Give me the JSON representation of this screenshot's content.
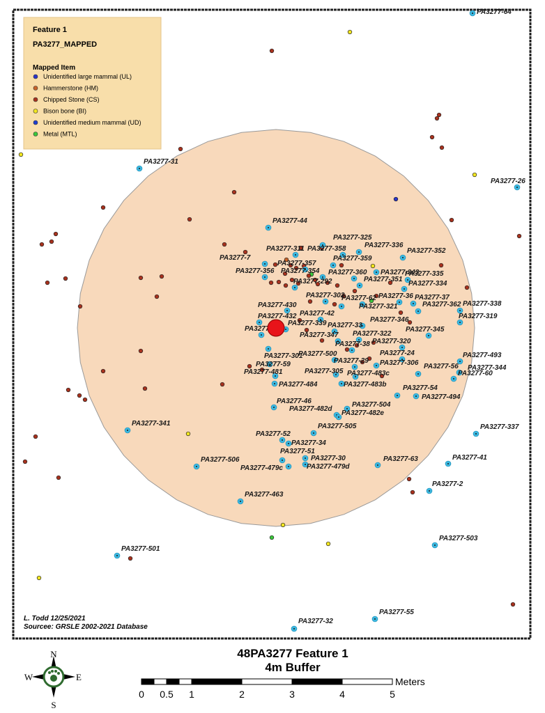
{
  "map_data": {
    "map_title_line1": "48PA3277 Feature 1",
    "map_title_line2": "4m Buffer",
    "legend": {
      "heading1": "Feature 1",
      "heading2": "PA3277_MAPPED",
      "section": "Mapped Item",
      "items": [
        {
          "label": "Unidentified large mammal (UL)",
          "color": "#2b35c8"
        },
        {
          "label": "Hammerstone (HM)",
          "color": "#c8642a"
        },
        {
          "label": "Chipped Stone (CS)",
          "color": "#a8321e"
        },
        {
          "label": "Bison bone (BI)",
          "color": "#f2e620"
        },
        {
          "label": "Unidentified medium mammal (UD)",
          "color": "#1f3fd0"
        },
        {
          "label": "Metal (MTL)",
          "color": "#3cc83c"
        }
      ]
    },
    "credit_line1": "L. Todd 12/25/2021",
    "credit_line2": "Sourcee: GRSLE 2002-2021 Database",
    "scale": {
      "unit": "Meters",
      "ticks": [
        "0",
        "0.5",
        "1",
        "2",
        "3",
        "4",
        "5"
      ]
    },
    "compass": {
      "n": "N",
      "s": "S",
      "e": "E",
      "w": "W"
    },
    "colors": {
      "buffer_fill": "#f8d9bb",
      "buffer_stroke": "#999999",
      "point_fill": "#3cb8e0",
      "point_center": "#1a1a1a",
      "feature_marker": "#e8141a",
      "legend_bg": "#f8deaa",
      "frame": "#222222"
    },
    "labels": [
      "PA3277-64",
      "PA3277-31",
      "PA3277-26",
      "PA3277-44",
      "PA3277-325",
      "PA3277-336",
      "PA3277-352",
      "PA3277-7",
      "PA3277-311",
      "PA3277-358",
      "PA3277-359",
      "PA3277-357",
      "PA3277-343",
      "PA3277-356",
      "PA3277-354",
      "PA3277-360",
      "PA3277-335",
      "PA3277-292",
      "PA3277-351",
      "PA3277-334",
      "PA3277-302",
      "PA3277-62",
      "PA3277-36",
      "PA3277-37",
      "PA3277-338",
      "PA3277-430",
      "PA3277-321",
      "PA3277-362",
      "PA3277-432",
      "PA3277-42",
      "PA3277-346",
      "PA3277-319",
      "PA3277-339",
      "PA3277-33",
      "PA3277-313",
      "PA3277-347",
      "PA3277-322",
      "PA3277-345",
      "PA3277-301",
      "PA3277-38",
      "PA3277-320",
      "PA3277-500",
      "PA3277-24",
      "PA3277-493",
      "PA3277-59",
      "PA3277-29",
      "PA3277-306",
      "PA3277-344",
      "PA3277-481",
      "PA3277-305",
      "PA3277-483c",
      "PA3277-56",
      "PA3277-484",
      "PA3277-483b",
      "PA3277-60",
      "PA3277-54",
      "PA3277-46",
      "PA3277-494",
      "PA3277-482d",
      "PA3277-504",
      "PA3277-482e",
      "PA3277-341",
      "PA3277-505",
      "PA3277-337",
      "PA3277-52",
      "PA3277-34",
      "PA3277-51",
      "PA3277-30",
      "PA3277-41",
      "PA3277-506",
      "PA3277-479c",
      "PA3277-479d",
      "PA3277-63",
      "PA3277-2",
      "PA3277-463",
      "PA3277-503",
      "PA3277-501",
      "PA3277-55",
      "PA3277-32"
    ]
  }
}
